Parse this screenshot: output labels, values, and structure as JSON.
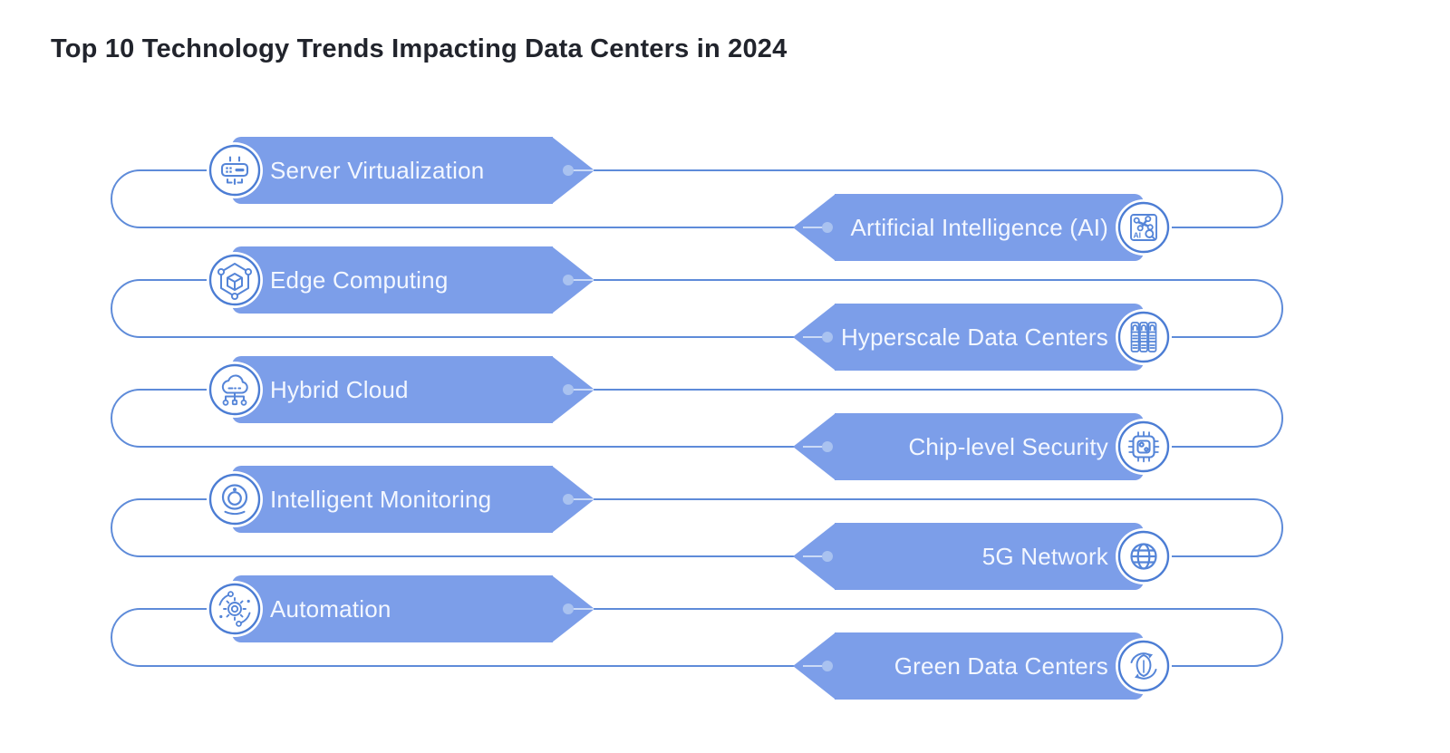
{
  "title": "Top 10 Technology Trends Impacting Data Centers in 2024",
  "colors": {
    "banner": "#7C9EE9",
    "connector": "#5E8BD9",
    "tip_dot": "#A9C2F0",
    "tip_line": "#CBDAF6",
    "banner_text": "#F3F7FF",
    "title_text": "#21242C",
    "background": "#FFFFFF",
    "icon_stroke": "#5585D8",
    "icon_ring": "#4C7DD4"
  },
  "groups": [
    {
      "left": {
        "label": "Server Virtualization",
        "icon": "server-virtualization-icon"
      },
      "right": {
        "label": "Artificial Intelligence (AI)",
        "icon": "artificial-intelligence-icon"
      }
    },
    {
      "left": {
        "label": "Edge Computing",
        "icon": "edge-computing-icon"
      },
      "right": {
        "label": "Hyperscale Data Centers",
        "icon": "hyperscale-data-centers-icon"
      }
    },
    {
      "left": {
        "label": "Hybrid Cloud",
        "icon": "hybrid-cloud-icon"
      },
      "right": {
        "label": "Chip-level Security",
        "icon": "chip-level-security-icon"
      }
    },
    {
      "left": {
        "label": "Intelligent Monitoring",
        "icon": "intelligent-monitoring-icon"
      },
      "right": {
        "label": "5G Network",
        "icon": "5g-network-icon"
      }
    },
    {
      "left": {
        "label": "Automation",
        "icon": "automation-icon"
      },
      "right": {
        "label": "Green Data Centers",
        "icon": "green-data-centers-icon"
      }
    }
  ]
}
